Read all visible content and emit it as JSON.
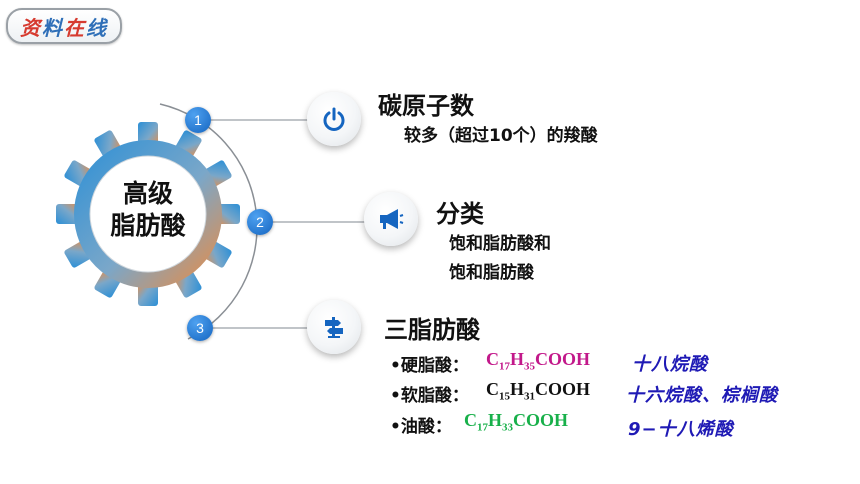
{
  "badge": {
    "chars": [
      "资",
      "料",
      "在",
      "线"
    ]
  },
  "gear": {
    "line1": "高级",
    "line2": "脂肪酸"
  },
  "items": [
    {
      "number": "1",
      "icon": "power-icon",
      "heading": "碳原子数",
      "sub": [
        "较多（超过10个）的羧酸"
      ]
    },
    {
      "number": "2",
      "icon": "megaphone-icon",
      "heading": "分类",
      "sub": [
        "饱和脂肪酸和",
        "饱和脂肪酸"
      ]
    },
    {
      "number": "3",
      "icon": "signpost-icon",
      "heading": "三脂肪酸",
      "sub": []
    }
  ],
  "acids": [
    {
      "label": "•硬脂酸：",
      "c": "17",
      "h": "35",
      "tail": "COOH",
      "name": "十八烷酸",
      "color": "#c2188a"
    },
    {
      "label": "•软脂酸：",
      "c": "15",
      "h": "31",
      "tail": "COOH",
      "name": "十六烷酸、棕榈酸",
      "color": "#111111"
    },
    {
      "label": "•油酸：",
      "c": "17",
      "h": "33",
      "tail": "COOH",
      "name": "9−十八烯酸",
      "color": "#18b04a"
    }
  ],
  "colors": {
    "accent": "#1565c0",
    "gear_from": "#2b8fd6",
    "gear_to": "#f08a3c",
    "name_blue": "#1f1ab5"
  }
}
